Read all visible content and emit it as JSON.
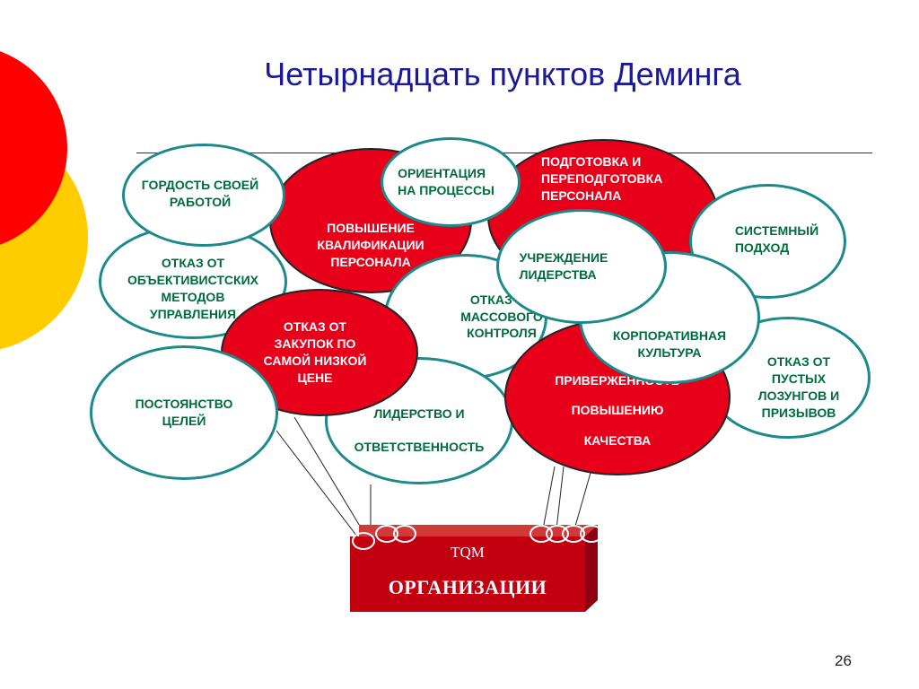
{
  "title": "Четырнадцать пунктов Деминга",
  "page_number": "26",
  "colors": {
    "red": "#e8001a",
    "yellow": "#ffcc00",
    "teal_border": "#1c8a8a",
    "green_text": "#006b3d",
    "title_blue": "#1a1a99"
  },
  "box": {
    "tqm": "TQM",
    "org": "ОРГАНИЗАЦИИ"
  },
  "bubbles": {
    "gordost": "ГОРДОСТЬ СВОЕЙ\nРАБОТОЙ",
    "otkaz_obj": "ОТКАЗ  ОТ\nОБЪЕКТИВИСТСКИХ\nМЕТОДОВ\nУПРАВЛЕНИЯ",
    "povyshenie": "ПОВЫШЕНИЕ\nКВАЛИФИКАЦИИ\nПЕРСОНАЛА",
    "orientaciya": "ОРИЕНТАЦИЯ\nНА ПРОЦЕССЫ",
    "podgotovka": "ПОДГОТОВКА И\nПЕРЕПОДГОТОВКА\nПЕРСОНАЛА",
    "sistemny": "СИСТЕМНЫЙ\nПОДХОД",
    "uchrezhdenie": "УЧРЕЖДЕНИЕ\nЛИДЕРСТВА",
    "otkaz_mass": "ОТКАЗ ОТ\nМАССОВОГО\nКОНТРОЛЯ",
    "otkaz_zakup": "ОТКАЗ ОТ\nЗАКУПОК ПО\nСАМОЙ НИЗКОЙ\nЦЕНЕ",
    "korporativ": "КОРПОРАТИВНАЯ\nКУЛЬТУРА",
    "otkaz_pustyh": "ОТКАЗ ОТ\nПУСТЫХ\nЛОЗУНГОВ И\nПРИЗЫВОВ",
    "postoyanstvo": "ПОСТОЯНСТВО\nЦЕЛЕЙ",
    "liderstvo": "ЛИДЕРСТВО И\n\nОТВЕТСТВЕННОСТЬ",
    "priverzh": "ПРИВЕРЖЕННОСТЬ\n\nПОВЫШЕНИЮ\n\nКАЧЕСТВА"
  }
}
